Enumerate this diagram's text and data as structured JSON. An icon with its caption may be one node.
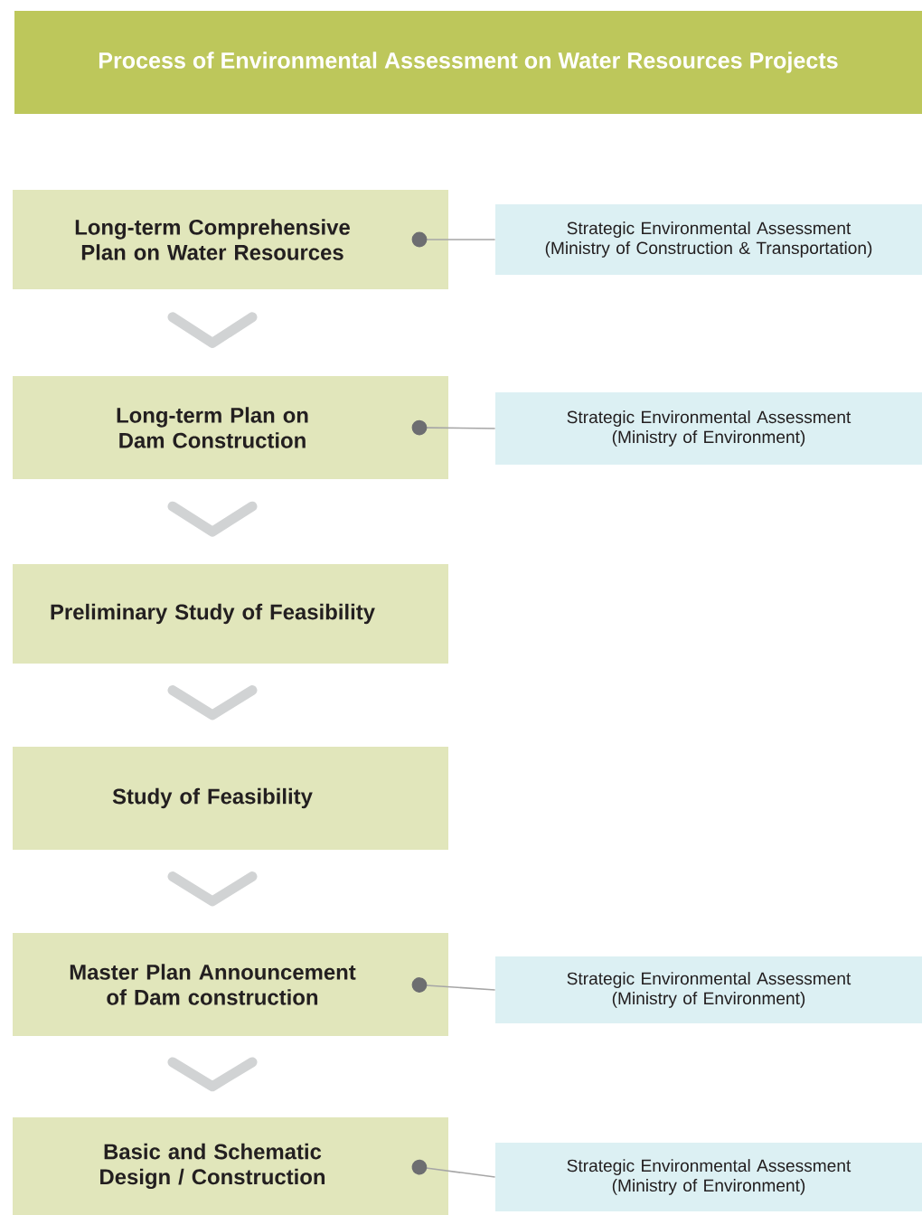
{
  "diagram": {
    "title": "Process of Environmental Assessment on Water Resources Projects",
    "nodes": [
      {
        "text": [
          "Long-term Comprehensive Plan on Water Resources"
        ]
      },
      {
        "text": [
          "Long-term Plan on Dam Construction"
        ]
      },
      {
        "text": [
          "Preliminary Study of Feasibility"
        ]
      },
      {
        "text": [
          "Study of Feasibility"
        ]
      },
      {
        "text": [
          "Master Plan Announcement of Dam construction"
        ]
      },
      {
        "text": [
          "Basic and Schematic Design / Construction"
        ]
      },
      {
        "text": [
          "Strategic Environmental Assessment (Ministry of Construction & Transportation)"
        ]
      },
      {
        "text": [
          "Strategic Environmental Assessment (Ministry of Environment)"
        ]
      },
      {
        "text": [
          "Strategic Environmental Assessment (Ministry of Environment)"
        ]
      },
      {
        "text": [
          "Strategic Environmental Assessment (Ministry of Environment)"
        ]
      }
    ],
    "edges": [
      {
        "from": 0,
        "to": 1,
        "arrow": "to"
      },
      {
        "from": 1,
        "to": 2,
        "arrow": "to"
      },
      {
        "from": 2,
        "to": 3,
        "arrow": "to"
      },
      {
        "from": 3,
        "to": 4,
        "arrow": "to"
      },
      {
        "from": 4,
        "to": 5,
        "arrow": "to"
      },
      {
        "from": 0,
        "to": 6,
        "arrow": "other"
      },
      {
        "from": 1,
        "to": 7,
        "arrow": "other"
      },
      {
        "from": 4,
        "to": 8,
        "arrow": "other"
      },
      {
        "from": 5,
        "to": 9,
        "arrow": "other"
      }
    ]
  }
}
